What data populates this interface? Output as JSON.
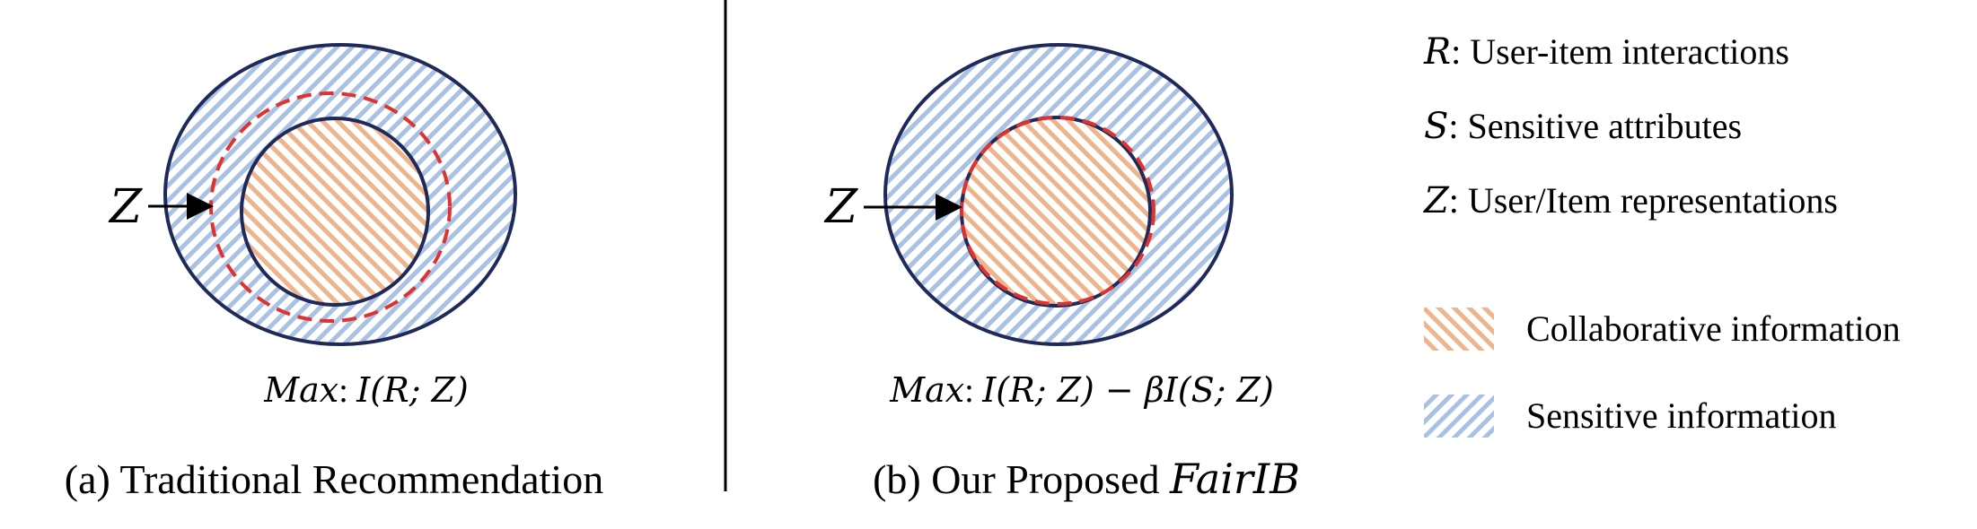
{
  "colors": {
    "outline": "#1f2a5a",
    "dashed_boundary": "#e0322e",
    "collaborative_hatch": "#eeb48c",
    "sensitive_hatch": "#a9c2e4",
    "divider": "#000000"
  },
  "panel_a": {
    "caption": "(a) Traditional Recommendation",
    "formula_prefix": "Max",
    "formula_body": "I(R; Z)",
    "z_label": "Z"
  },
  "panel_b": {
    "caption_prefix": "(b) Our Proposed ",
    "caption_model": "FairIB",
    "formula_prefix": "Max",
    "formula_body": "I(R; Z) − βI(S; Z)",
    "z_label": "Z"
  },
  "legend": {
    "definitions": [
      {
        "symbol": "R",
        "text": ": User-item interactions"
      },
      {
        "symbol": "S",
        "text": ": Sensitive attributes"
      },
      {
        "symbol": "Z",
        "text": ": User/Item representations"
      }
    ],
    "swatches": [
      {
        "label": "Collaborative information",
        "icon": "orange-hatch-swatch"
      },
      {
        "label": "Sensitive information",
        "icon": "blue-hatch-swatch"
      }
    ]
  }
}
